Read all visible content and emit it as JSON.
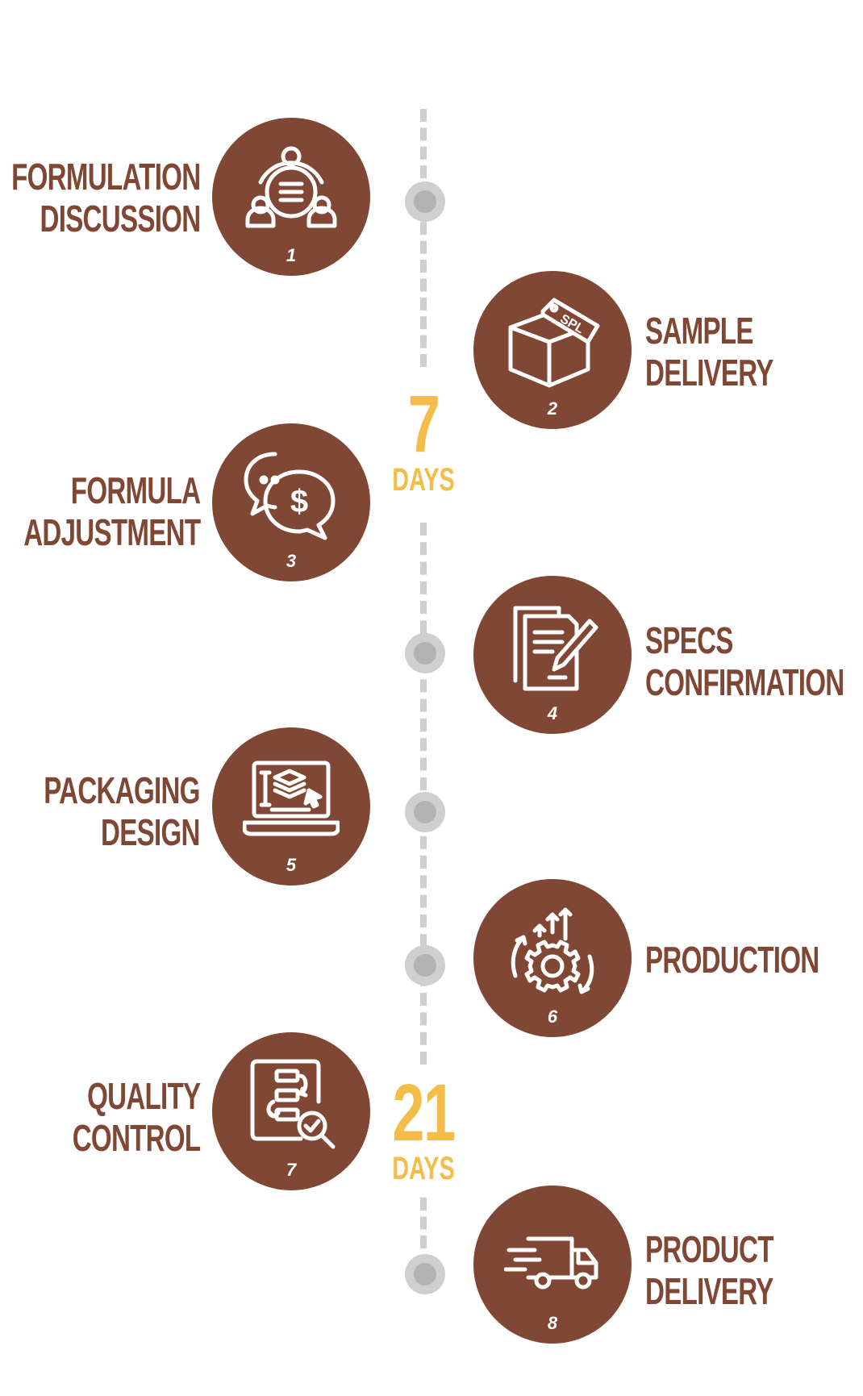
{
  "colors": {
    "brown": "#7f4734",
    "yellow": "#f4bd49",
    "line": "#cfcfcf",
    "dot_inner": "#b3b3b3"
  },
  "durations": [
    {
      "value": "7",
      "unit": "DAYS"
    },
    {
      "value": "21",
      "unit": "DAYS"
    }
  ],
  "steps": [
    {
      "number": "1",
      "line1": "FORMULATION",
      "line2": "DISCUSSION",
      "icon": "team-discussion-icon"
    },
    {
      "number": "2",
      "line1": "SAMPLE",
      "line2": "DELIVERY",
      "icon": "sample-box-icon"
    },
    {
      "number": "3",
      "line1": "FORMULA",
      "line2": "ADJUSTMENT",
      "icon": "chat-dollar-icon"
    },
    {
      "number": "4",
      "line1": "SPECS",
      "line2": "CONFIRMATION",
      "icon": "document-sign-icon"
    },
    {
      "number": "5",
      "line1": "PACKAGING",
      "line2": "DESIGN",
      "icon": "laptop-design-icon"
    },
    {
      "number": "6",
      "line1": "PRODUCTION",
      "line2": "",
      "icon": "gear-growth-icon"
    },
    {
      "number": "7",
      "line1": "QUALITY",
      "line2": "CONTROL",
      "icon": "quality-check-icon"
    },
    {
      "number": "8",
      "line1": "PRODUCT",
      "line2": "DELIVERY",
      "icon": "delivery-truck-icon"
    }
  ]
}
